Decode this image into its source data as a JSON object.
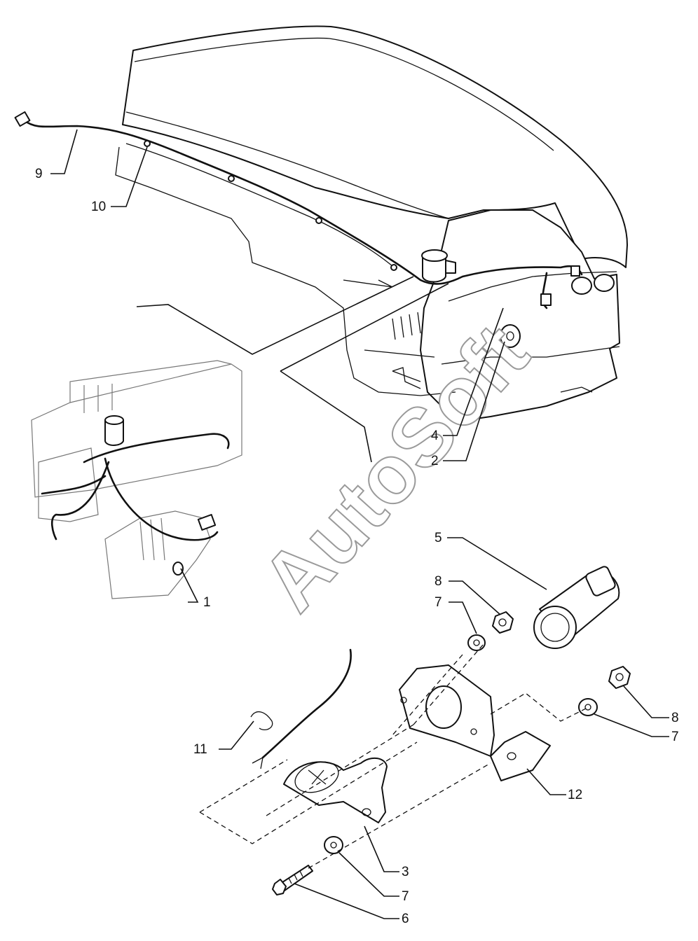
{
  "watermark": "AutoSoft",
  "callouts": {
    "c9": "9",
    "c10": "10",
    "c4": "4",
    "c2": "2",
    "c1": "1",
    "c5": "5",
    "c8a": "8",
    "c7a": "7",
    "c8b": "8",
    "c7b": "7",
    "c11": "11",
    "c12": "12",
    "c3": "3",
    "c7c": "7",
    "c6": "6"
  }
}
